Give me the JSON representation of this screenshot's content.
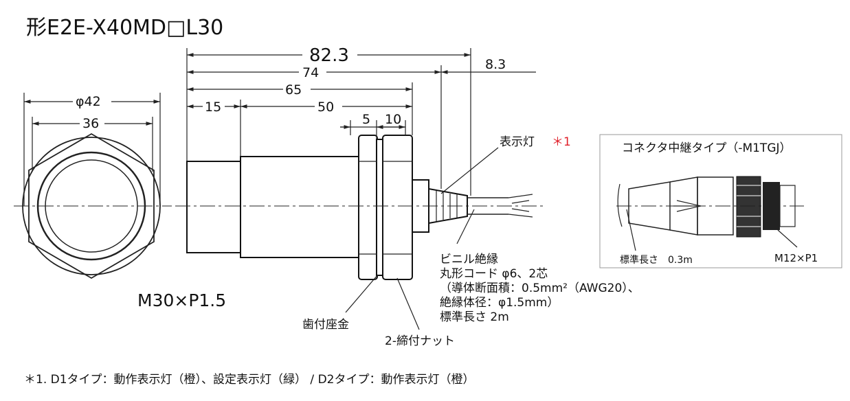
{
  "title": "形E2E-X40MD□L30",
  "dimensions": {
    "d82_3": "82.3",
    "d74": "74",
    "d8_3": "8.3",
    "d65": "65",
    "d15": "15",
    "d50": "50",
    "d5": "5",
    "d10": "10",
    "phi42": "φ42",
    "d36": "36"
  },
  "labels": {
    "indicator": "表示灯",
    "indicator_note": "＊1",
    "thread": "M30×P1.5",
    "washer": "歯付座金",
    "nut": "2-締付ナット",
    "cable": [
      "ビニル絶縁",
      "丸形コード φ6、2芯",
      "（導体断面積：0.5mm²（AWG20）、",
      "絶縁体径：φ1.5mm）",
      "標準長さ 2m"
    ]
  },
  "inset": {
    "title": "コネクタ中継タイプ（-M1TGJ）",
    "length_label": "標準長さ　0.3m",
    "thread_label": "M12×P1"
  },
  "footnote": "＊1. D1タイプ：動作表示灯（橙）、設定表示灯（緑） / D2タイプ：動作表示灯（橙）",
  "colors": {
    "note_red": "#e0202a"
  }
}
